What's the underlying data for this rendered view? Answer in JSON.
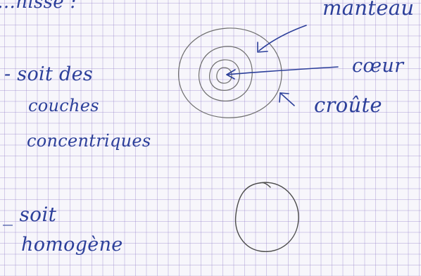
{
  "notes": {
    "heading_fragment": "…nisse :",
    "option_one": {
      "line1": "- soit des",
      "line2": "couches",
      "line3": "concentriques"
    },
    "option_two": {
      "line1": "_ soit",
      "line2": "homogène"
    },
    "layer_labels": {
      "mantle": "manteau",
      "core": "cœur",
      "crust": "croûte"
    }
  },
  "colors": {
    "ink": "#2c3f9a",
    "pencil": "#6e6e6e",
    "grid": "#9682c8",
    "paper": "#f7f6fb"
  }
}
